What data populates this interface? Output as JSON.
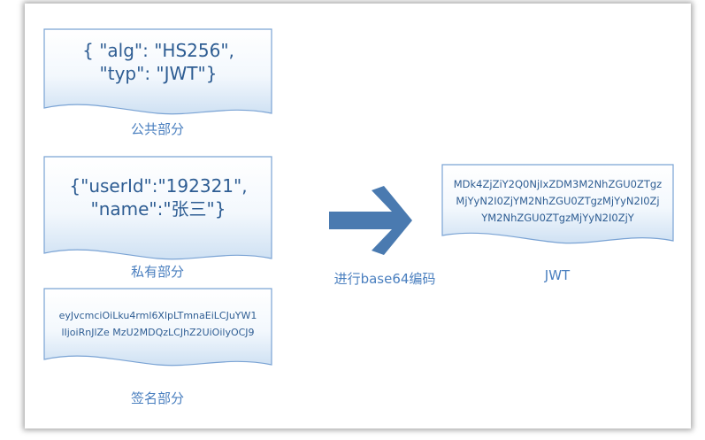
{
  "header_doc": {
    "lines": [
      "{ \"alg\": \"HS256\",",
      "\"typ\": \"JWT\"}"
    ],
    "caption": "公共部分"
  },
  "payload_doc": {
    "lines": [
      "{\"userId\":\"192321\",",
      "\"name\":\"张三\"}"
    ],
    "caption": "私有部分"
  },
  "signature_doc": {
    "lines": [
      "eyJvcmciOiLku4rml6XlpLTmnaEiLCJuYW1",
      "lIjoiRnJlZe  MzU2MDQzLCJhZ2UiOilyOCJ9"
    ],
    "caption": "签名部分"
  },
  "jwt_doc": {
    "lines": [
      "MDk4ZjZiY2Q0NjIxZDM3M2NhZGU0ZTgz",
      "MjYyN2I0ZjYM2NhZGU0ZTgzMjYyN2I0Zj",
      "YM2NhZGU0ZTgzMjYyN2I0ZjY"
    ],
    "caption": "JWT"
  },
  "arrow_label": "进行base64编码",
  "colors": {
    "doc_fill_top": "#ffffff",
    "doc_fill_bottom": "#d6e6f5",
    "doc_border": "#6f9bd0",
    "arrow": "#4a7ab0",
    "text": "#2e5d93",
    "caption": "#4a7fbf"
  }
}
